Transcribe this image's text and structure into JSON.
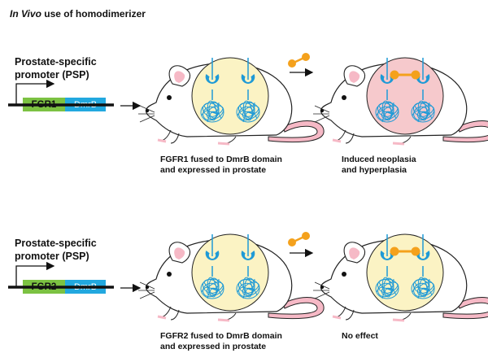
{
  "title": {
    "italic": "In Vivo",
    "rest": " use of homodimerizer"
  },
  "rows": [
    {
      "promoter_line1": "Prostate-specific",
      "promoter_line2": "promoter (PSP)",
      "gene": "FGR1",
      "domain": "DmrB",
      "caption_left_1": "FGFR1 fused to DmrB domain",
      "caption_left_2": "and expressed in prostate",
      "caption_right_1": "Induced neoplasia",
      "caption_right_2": "and hyperplasia"
    },
    {
      "promoter_line1": "Prostate-specific",
      "promoter_line2": "promoter (PSP)",
      "gene": "FGR2",
      "domain": "DmrB",
      "caption_left_1": "FGFR2 fused to DmrB domain",
      "caption_left_2": "and expressed in prostate",
      "caption_right_1": "No effect",
      "caption_right_2": ""
    }
  ],
  "colors": {
    "gene_box": "#7cc242",
    "domain_box": "#22a8df",
    "prostate_normal": "#fbf3c4",
    "prostate_affected": "#f6c9cc",
    "receptor": "#1f9ad6",
    "dimerizer": "#f4a11c",
    "tail": "#f6b9c6"
  },
  "icons": [
    "mouse-icon",
    "prostate-icon",
    "receptor-icon",
    "dimerizer-icon",
    "arrow-icon",
    "promoter-arrow-icon"
  ]
}
